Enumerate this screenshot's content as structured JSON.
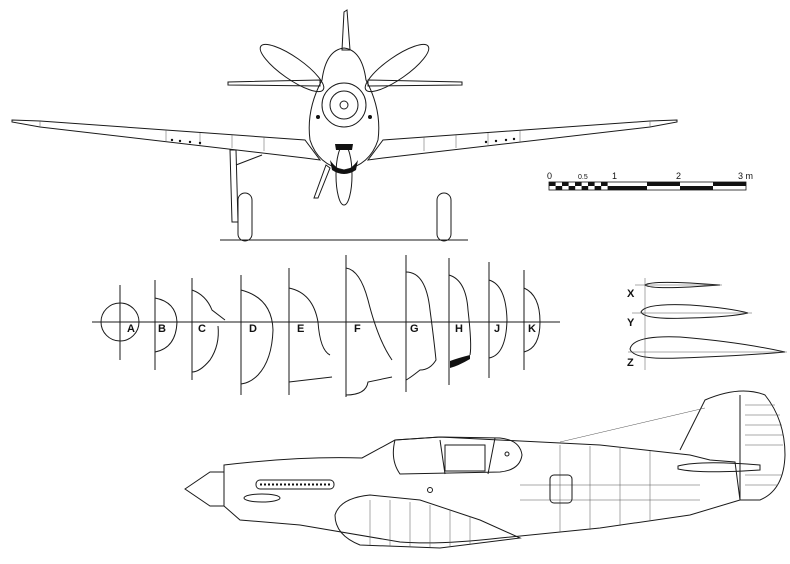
{
  "diagram": {
    "type": "aircraft three-view line drawing",
    "views": [
      "front-view",
      "fuselage-cross-sections",
      "airfoil-sections",
      "side-view"
    ]
  },
  "scale_bar": {
    "labels": [
      "0",
      "0.5",
      "1",
      "2",
      "3 m"
    ],
    "unit": "m"
  },
  "cross_sections": {
    "labels": [
      "A",
      "B",
      "C",
      "D",
      "E",
      "F",
      "G",
      "H",
      "J",
      "K"
    ]
  },
  "airfoil_sections": {
    "labels": [
      "X",
      "Y",
      "Z"
    ]
  },
  "colors": {
    "line": "#1a1a1a",
    "background": "#ffffff"
  }
}
